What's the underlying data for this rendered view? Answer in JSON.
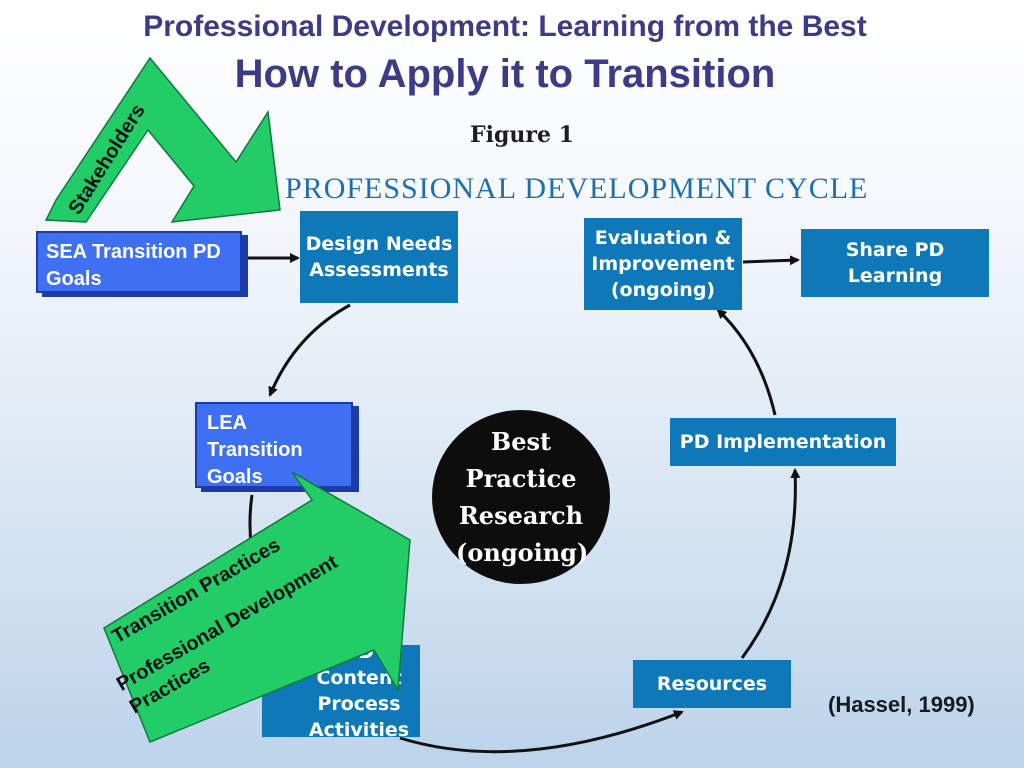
{
  "title": {
    "line1": "Professional Development: Learning from the Best",
    "line2": "How to Apply it to Transition"
  },
  "figure": {
    "label": "Figure 1",
    "cycle_title": "PROFESSIONAL DEVELOPMENT CYCLE"
  },
  "boxes": {
    "design_needs": "Design Needs Assessments",
    "evaluation": "Evaluation & Improvement (ongoing)",
    "share_pd": "Share PD Learning",
    "pd_implementation": "PD Implementation",
    "resources": "Resources",
    "pd_content": "PD Content Process Activities",
    "best_practice": "Best Practice Research (ongoing)"
  },
  "overlays": {
    "sea_goals": "SEA Transition PD Goals",
    "lea_goals": "LEA Transition Goals",
    "stakeholders": "Stakeholders",
    "transition_practices": "Transition Practices",
    "professional_practices": "Professional Development Practices"
  },
  "citation": "(Hassel, 1999)",
  "colors": {
    "title": "#3d3a86",
    "pd_box": "#0f78b8",
    "overlay_box": "#3f6ff2",
    "green_arrow": "#22cc66",
    "circle": "#0d0d0d"
  }
}
